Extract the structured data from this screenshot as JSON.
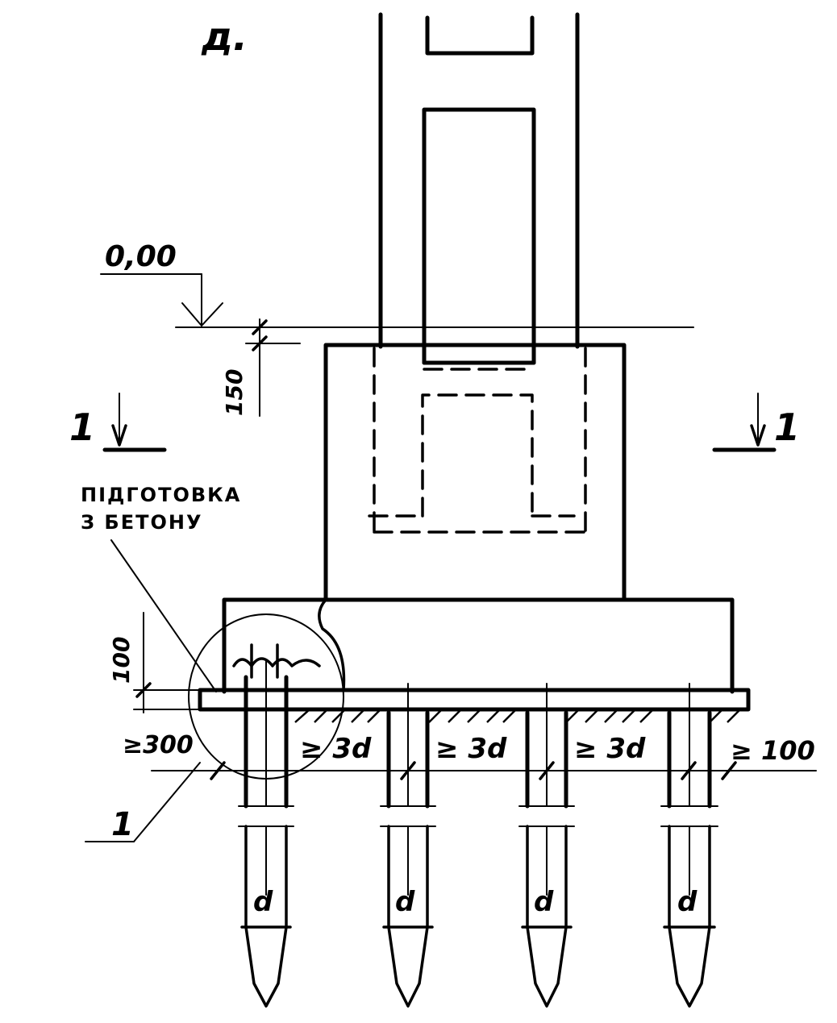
{
  "labels": {
    "figure": "д.",
    "elevation": "0,00",
    "dim_150": "150",
    "dim_100_left": "100",
    "section_left": "1",
    "section_right": "1",
    "prep_line1": "ПІДГОТОВКА",
    "prep_line2": "З БЕТОНУ",
    "edge_300": "≥300",
    "spacing_1": "≥ 3d",
    "spacing_2": "≥ 3d",
    "spacing_3": "≥ 3d",
    "edge_100": "≥ 100",
    "callout": "1",
    "pile_d_1": "d",
    "pile_d_2": "d",
    "pile_d_3": "d",
    "pile_d_4": "d"
  }
}
